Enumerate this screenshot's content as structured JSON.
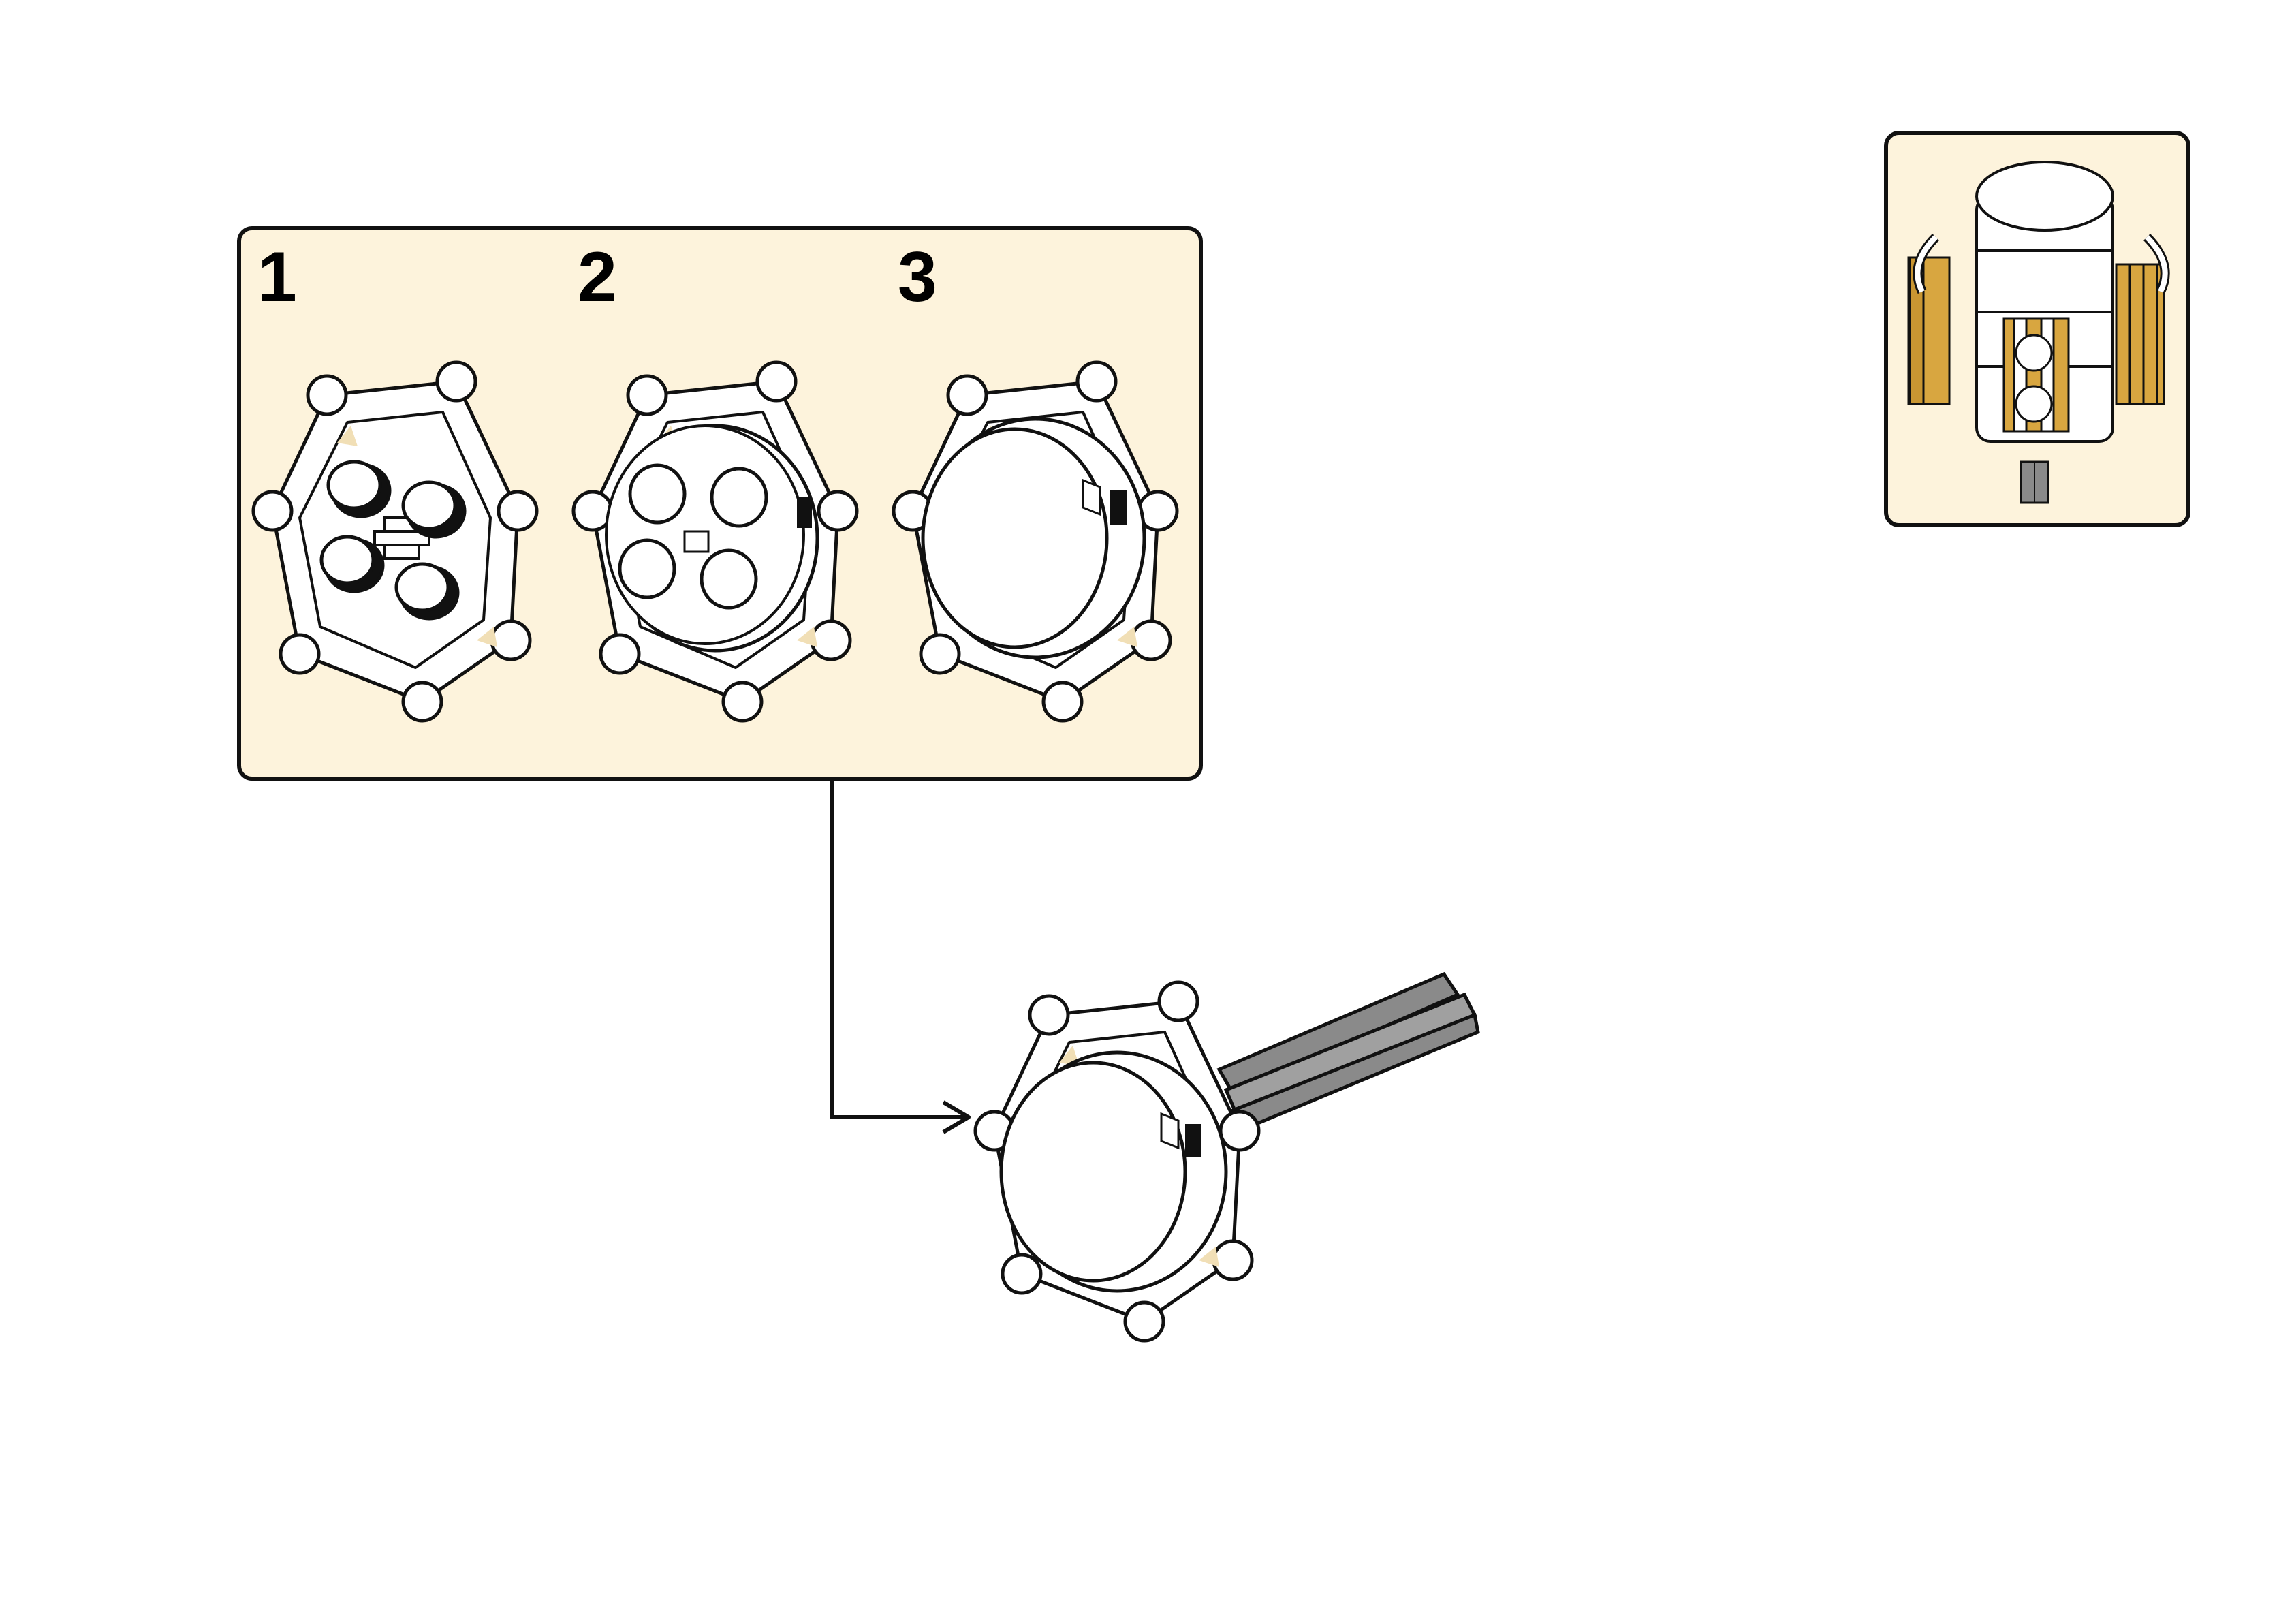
{
  "steps": [
    {
      "number": "1",
      "state": "base frame with four round studs"
    },
    {
      "number": "2",
      "state": "round plate attached"
    },
    {
      "number": "3",
      "state": "round cap attached"
    }
  ],
  "colors": {
    "callout_bg": "#fdf3dc",
    "outline": "#111111",
    "axle": "#8a8a8a",
    "tan_part": "#d8a640",
    "part_fill": "#ffffff"
  },
  "icons": {
    "arrow": "right-arrow-icon"
  }
}
